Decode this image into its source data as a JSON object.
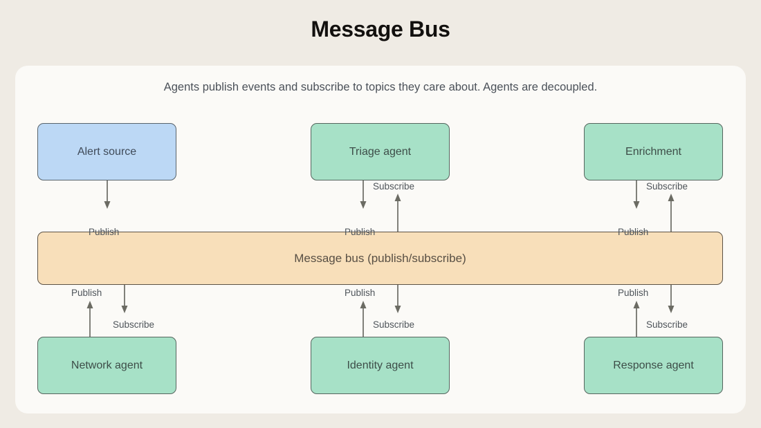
{
  "page": {
    "title": "Message Bus",
    "background": "#efebe4",
    "card_background": "#fbfaf7"
  },
  "diagram": {
    "subtitle": "Agents publish events and subscribe to topics they care about. Agents are decoupled.",
    "colors": {
      "source_fill": "#bcd8f5",
      "agent_fill": "#a7e1c7",
      "bus_fill": "#f8dfba",
      "stroke": "#4f5a58",
      "connector": "#6b6b63",
      "text": "#3f4a50"
    },
    "nodes": {
      "alert_source": "Alert source",
      "triage_agent": "Triage agent",
      "enrichment": "Enrichment",
      "message_bus": "Message bus (publish/subscribe)",
      "network_agent": "Network agent",
      "identity_agent": "Identity agent",
      "response_agent": "Response agent"
    },
    "edges": {
      "alert_publish": "Publish",
      "triage_publish": "Publish",
      "triage_subscribe": "Subscribe",
      "enrichment_publish": "Publish",
      "enrichment_subscribe": "Subscribe",
      "network_publish": "Publish",
      "network_subscribe": "Subscribe",
      "identity_publish": "Publish",
      "identity_subscribe": "Subscribe",
      "response_publish": "Publish",
      "response_subscribe": "Subscribe"
    }
  }
}
